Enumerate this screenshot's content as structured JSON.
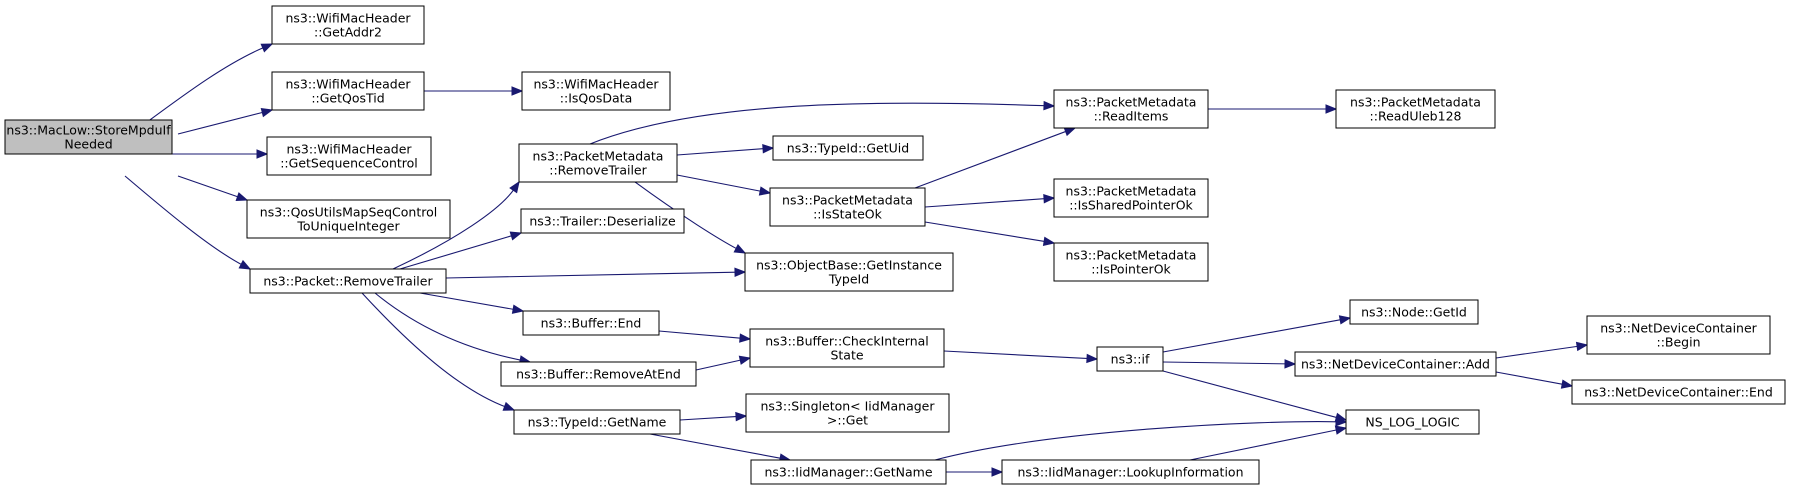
{
  "graph": {
    "nodes": [
      {
        "id": "root",
        "lines": [
          "ns3::MacLow::StoreMpduIf",
          "Needed"
        ],
        "root": true
      },
      {
        "id": "getaddr2",
        "lines": [
          "ns3::WifiMacHeader",
          "::GetAddr2"
        ]
      },
      {
        "id": "getqostid",
        "lines": [
          "ns3::WifiMacHeader",
          "::GetQosTid"
        ]
      },
      {
        "id": "isqosdata",
        "lines": [
          "ns3::WifiMacHeader",
          "::IsQosData"
        ]
      },
      {
        "id": "getseqctrl",
        "lines": [
          "ns3::WifiMacHeader",
          "::GetSequenceControl"
        ]
      },
      {
        "id": "qosutils",
        "lines": [
          "ns3::QosUtilsMapSeqControl",
          "ToUniqueInteger"
        ]
      },
      {
        "id": "pkt_removetrailer",
        "lines": [
          "ns3::Packet::RemoveTrailer"
        ]
      },
      {
        "id": "pm_removetrailer",
        "lines": [
          "ns3::PacketMetadata",
          "::RemoveTrailer"
        ]
      },
      {
        "id": "trailer_deser",
        "lines": [
          "ns3::Trailer::Deserialize"
        ]
      },
      {
        "id": "typeid_getuid",
        "lines": [
          "ns3::TypeId::GetUid"
        ]
      },
      {
        "id": "pm_isstateok",
        "lines": [
          "ns3::PacketMetadata",
          "::IsStateOk"
        ]
      },
      {
        "id": "objbase_getinst",
        "lines": [
          "ns3::ObjectBase::GetInstance",
          "TypeId"
        ]
      },
      {
        "id": "pm_readitems",
        "lines": [
          "ns3::PacketMetadata",
          "::ReadItems"
        ]
      },
      {
        "id": "pm_readuleb",
        "lines": [
          "ns3::PacketMetadata",
          "::ReadUleb128"
        ]
      },
      {
        "id": "pm_issharedptr",
        "lines": [
          "ns3::PacketMetadata",
          "::IsSharedPointerOk"
        ]
      },
      {
        "id": "pm_isptrok",
        "lines": [
          "ns3::PacketMetadata",
          "::IsPointerOk"
        ]
      },
      {
        "id": "buf_end",
        "lines": [
          "ns3::Buffer::End"
        ]
      },
      {
        "id": "buf_removeatend",
        "lines": [
          "ns3::Buffer::RemoveAtEnd"
        ]
      },
      {
        "id": "buf_checkinternal",
        "lines": [
          "ns3::Buffer::CheckInternal",
          "State"
        ]
      },
      {
        "id": "ns3_if",
        "lines": [
          "ns3::if"
        ]
      },
      {
        "id": "node_getid",
        "lines": [
          "ns3::Node::GetId"
        ]
      },
      {
        "id": "ndc_add",
        "lines": [
          "ns3::NetDeviceContainer::Add"
        ]
      },
      {
        "id": "ndc_begin",
        "lines": [
          "ns3::NetDeviceContainer",
          "::Begin"
        ]
      },
      {
        "id": "ndc_end",
        "lines": [
          "ns3::NetDeviceContainer::End"
        ]
      },
      {
        "id": "ns_log_logic",
        "lines": [
          "NS_LOG_LOGIC"
        ]
      },
      {
        "id": "typeid_getname",
        "lines": [
          "ns3::TypeId::GetName"
        ]
      },
      {
        "id": "singleton_get",
        "lines": [
          "ns3::Singleton< IidManager",
          ">::Get"
        ]
      },
      {
        "id": "iid_getname",
        "lines": [
          "ns3::IidManager::GetName"
        ]
      },
      {
        "id": "iid_lookup",
        "lines": [
          "ns3::IidManager::LookupInformation"
        ]
      }
    ],
    "edges": [
      [
        "root",
        "getaddr2"
      ],
      [
        "root",
        "getqostid"
      ],
      [
        "root",
        "getseqctrl"
      ],
      [
        "root",
        "qosutils"
      ],
      [
        "root",
        "pkt_removetrailer"
      ],
      [
        "getqostid",
        "isqosdata"
      ],
      [
        "pkt_removetrailer",
        "pm_removetrailer"
      ],
      [
        "pkt_removetrailer",
        "trailer_deser"
      ],
      [
        "pkt_removetrailer",
        "objbase_getinst"
      ],
      [
        "pkt_removetrailer",
        "buf_end"
      ],
      [
        "pkt_removetrailer",
        "buf_removeatend"
      ],
      [
        "pkt_removetrailer",
        "typeid_getname"
      ],
      [
        "pm_removetrailer",
        "pm_readitems"
      ],
      [
        "pm_removetrailer",
        "typeid_getuid"
      ],
      [
        "pm_removetrailer",
        "pm_isstateok"
      ],
      [
        "pm_removetrailer",
        "objbase_getinst"
      ],
      [
        "pm_isstateok",
        "pm_readitems"
      ],
      [
        "pm_isstateok",
        "pm_issharedptr"
      ],
      [
        "pm_isstateok",
        "pm_isptrok"
      ],
      [
        "pm_readitems",
        "pm_readuleb"
      ],
      [
        "buf_end",
        "buf_checkinternal"
      ],
      [
        "buf_removeatend",
        "buf_checkinternal"
      ],
      [
        "buf_checkinternal",
        "ns3_if"
      ],
      [
        "ns3_if",
        "node_getid"
      ],
      [
        "ns3_if",
        "ndc_add"
      ],
      [
        "ns3_if",
        "ns_log_logic"
      ],
      [
        "ndc_add",
        "ndc_begin"
      ],
      [
        "ndc_add",
        "ndc_end"
      ],
      [
        "typeid_getname",
        "singleton_get"
      ],
      [
        "typeid_getname",
        "iid_getname"
      ],
      [
        "iid_getname",
        "ns_log_logic"
      ],
      [
        "iid_getname",
        "iid_lookup"
      ],
      [
        "iid_lookup",
        "ns_log_logic"
      ]
    ]
  }
}
